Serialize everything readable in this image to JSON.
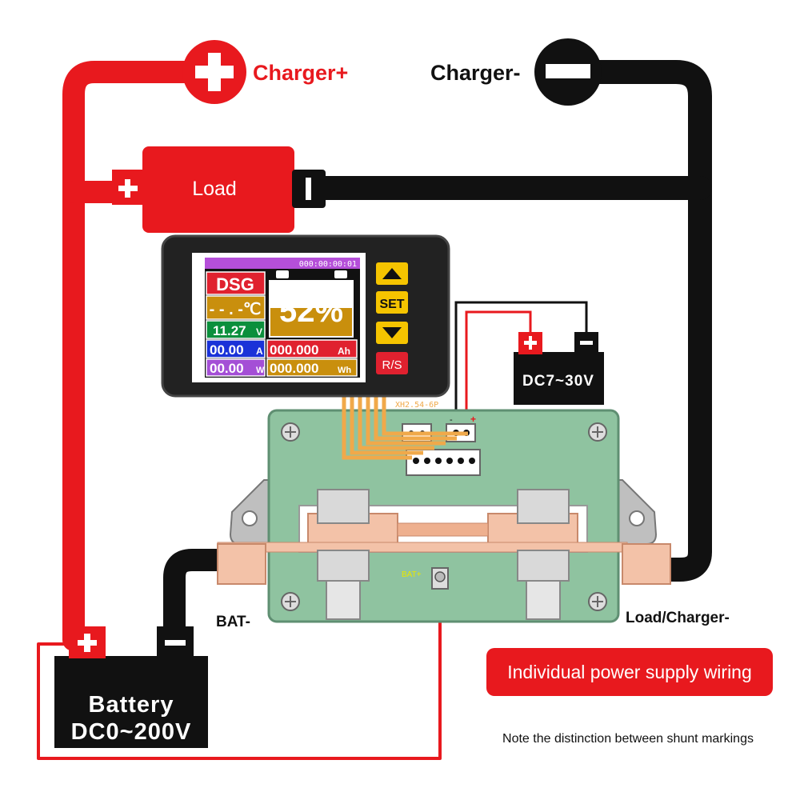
{
  "labels": {
    "charger_plus": "Charger+",
    "charger_minus": "Charger-",
    "load": "Load",
    "bat_minus": "BAT-",
    "load_charger_minus": "Load/Charger-",
    "bat_plus": "BAT+",
    "connector": "XH2.54-6P",
    "psu_voltage": "DC7~30V",
    "battery_title": "Battery",
    "battery_range": "DC0~200V",
    "wiring_title": "Individual power supply wiring",
    "note": "Note the distinction between shunt markings"
  },
  "meter": {
    "timer": "000:00:00:01",
    "mode": "DSG",
    "temperature": "- - . -℃",
    "percent": "52%",
    "percent_value": 52,
    "voltage": "11.27",
    "voltage_unit": "V",
    "current": "00.00",
    "current_unit": "A",
    "power": "00.00",
    "power_unit": "W",
    "capacity": "000.000",
    "capacity_unit": "Ah",
    "energy": "000.000",
    "energy_unit": "Wh",
    "buttons": {
      "set": "SET",
      "rs": "R/S"
    }
  },
  "symbols": {
    "plus": "+",
    "minus": "−"
  },
  "colors": {
    "positive_wire": "#e8191e",
    "negative_wire": "#111111",
    "board": "#8fc3a0",
    "copper": "#f3c2a8",
    "mode_red": "#e0212f",
    "temp_amber": "#c98f0d",
    "volt_green": "#0b8f3c",
    "amp_blue": "#1a32d8",
    "watt_purple": "#a44fd6",
    "button_yellow": "#f5c400"
  }
}
